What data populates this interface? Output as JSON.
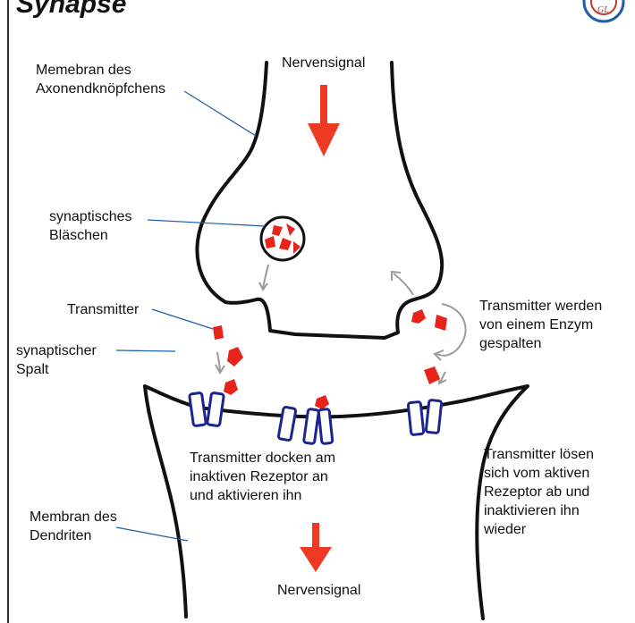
{
  "heading": "Synapse",
  "labels": {
    "membrane_axon_line1": "Memebran des",
    "membrane_axon_line2": "Axonendknöpfchens",
    "signal_top": "Nervensignal",
    "vesicle_line1": "synaptisches",
    "vesicle_line2": "Bläschen",
    "transmitter": "Transmitter",
    "cleft_line1": "synaptischer",
    "cleft_line2": "Spalt",
    "enzyme_line1": "Transmitter werden",
    "enzyme_line2": "von einem Enzym",
    "enzyme_line3": "gespalten",
    "dock_line1": "Transmitter docken am",
    "dock_line2": "inaktiven Rezeptor an",
    "dock_line3": "und aktivieren ihn",
    "release_line1": "Transmitter lösen",
    "release_line2": "sich vom aktiven",
    "release_line3": "Rezeptor ab und",
    "release_line4": "inaktivieren ihn",
    "release_line5": "wieder",
    "membrane_dendrite_line1": "Membran des",
    "membrane_dendrite_line2": "Dendriten",
    "signal_bottom": "Nervensignal"
  },
  "colors": {
    "membrane": "#111111",
    "transmitter": "#e8231c",
    "arrow": "#ee3a23",
    "receptor": "#1c2490",
    "pointer": "#1f5fa8",
    "cycle_arrow": "#9a9a9a"
  }
}
